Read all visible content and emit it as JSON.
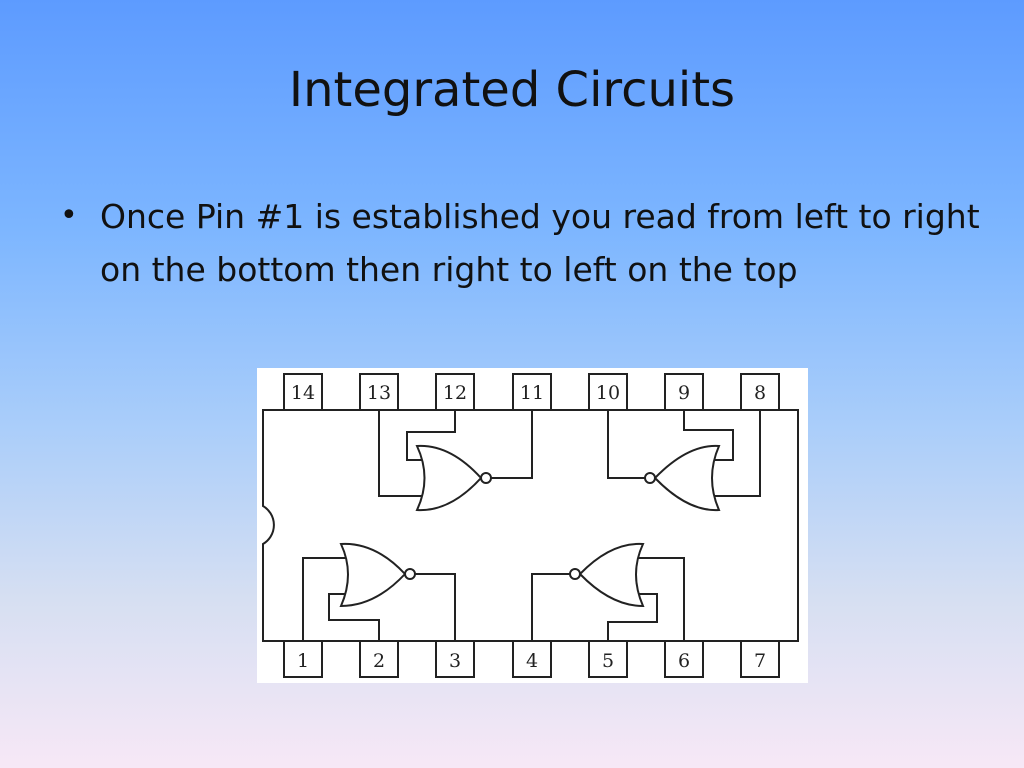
{
  "slide": {
    "title": "Integrated Circuits",
    "bullet": "Once Pin #1 is established you read from left to right on the bottom then right to left on the top"
  },
  "diagram": {
    "top_pins": [
      "14",
      "13",
      "12",
      "11",
      "10",
      "9",
      "8"
    ],
    "bottom_pins": [
      "1",
      "2",
      "3",
      "4",
      "5",
      "6",
      "7"
    ],
    "gate_type": "NOR",
    "gate_count": 4
  }
}
